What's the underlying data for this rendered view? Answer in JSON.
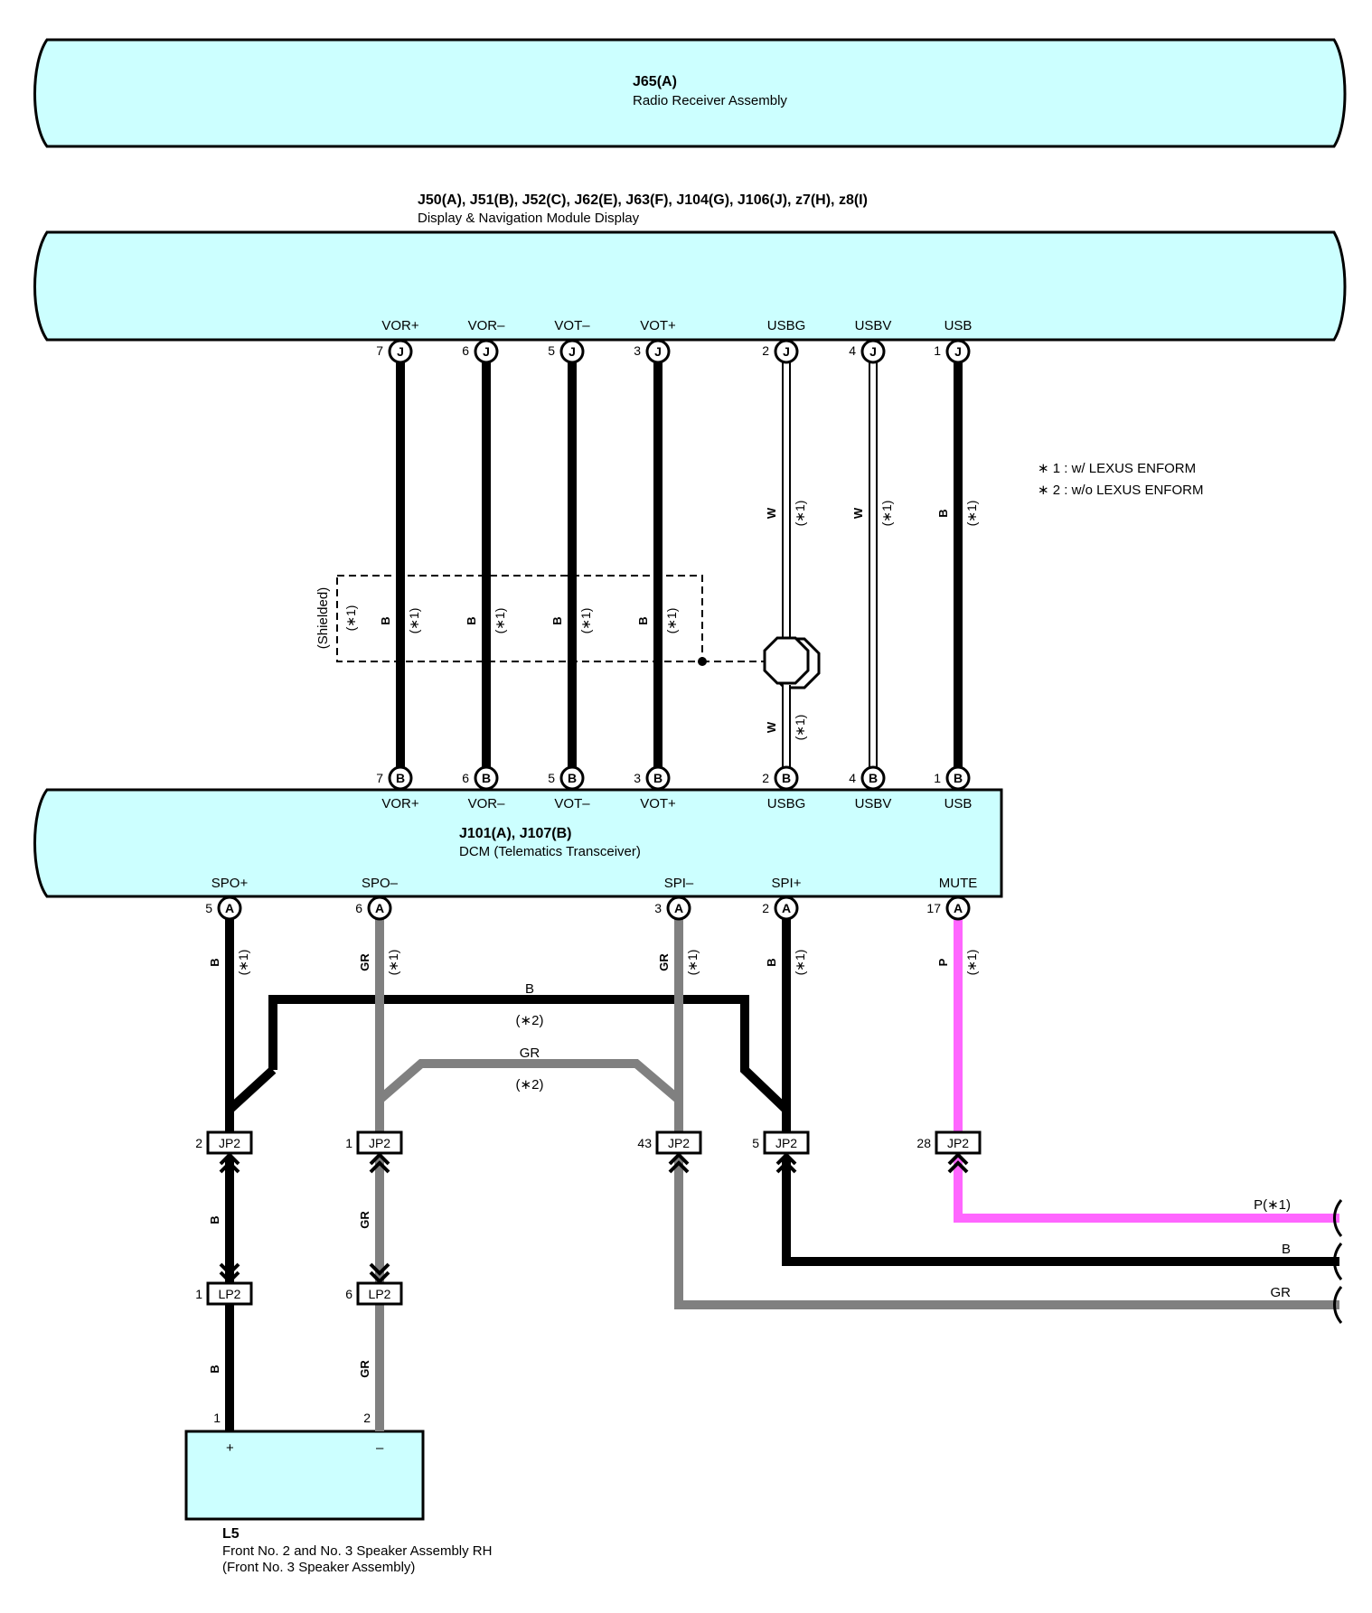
{
  "components": {
    "radio": {
      "id": "J65(A)",
      "name": "Radio Receiver Assembly"
    },
    "display": {
      "id": "J50(A), J51(B), J52(C), J62(E), J63(F), J104(G), J106(J), z7(H), z8(I)",
      "name": "Display & Navigation Module Display"
    },
    "dcm": {
      "id": "J101(A), J107(B)",
      "name": "DCM (Telematics Transceiver)"
    },
    "speaker": {
      "id": "L5",
      "name": "Front No. 2 and No. 3 Speaker Assembly RH",
      "note": "(Front No. 3 Speaker Assembly)",
      "plus": "+",
      "minus": "–"
    }
  },
  "legend": [
    "∗ 1 : w/ LEXUS ENFORM",
    "∗ 2 : w/o LEXUS ENFORM"
  ],
  "shield_label": "(Shielded)",
  "shield_note": "(∗1)",
  "wires_upper": [
    {
      "signal": "VOR+",
      "pin": "7",
      "top_conn": "J",
      "bottom_conn": "B",
      "color_code": "B",
      "note": "(∗1)"
    },
    {
      "signal": "VOR–",
      "pin": "6",
      "top_conn": "J",
      "bottom_conn": "B",
      "color_code": "B",
      "note": "(∗1)"
    },
    {
      "signal": "VOT–",
      "pin": "5",
      "top_conn": "J",
      "bottom_conn": "B",
      "color_code": "B",
      "note": "(∗1)"
    },
    {
      "signal": "VOT+",
      "pin": "3",
      "top_conn": "J",
      "bottom_conn": "B",
      "color_code": "B",
      "note": "(∗1)"
    },
    {
      "signal": "USBG",
      "pin": "2",
      "top_conn": "J",
      "bottom_conn": "B",
      "color_code": "W",
      "note": "(∗1)"
    },
    {
      "signal": "USBV",
      "pin": "4",
      "top_conn": "J",
      "bottom_conn": "B",
      "color_code": "W",
      "note": "(∗1)"
    },
    {
      "signal": "USB",
      "pin": "1",
      "top_conn": "J",
      "bottom_conn": "B",
      "color_code": "B",
      "note": "(∗1)"
    }
  ],
  "usbg_lower": {
    "color_code": "W",
    "note": "(∗1)"
  },
  "dcm_out": [
    {
      "signal": "SPO+",
      "pin": "5",
      "conn": "A",
      "color_code": "B",
      "note": "(∗1)"
    },
    {
      "signal": "SPO–",
      "pin": "6",
      "conn": "A",
      "color_code": "GR",
      "note": "(∗1)"
    },
    {
      "signal": "SPI–",
      "pin": "3",
      "conn": "A",
      "color_code": "GR",
      "note": "(∗1)"
    },
    {
      "signal": "SPI+",
      "pin": "2",
      "conn": "A",
      "color_code": "B",
      "note": "(∗1)"
    },
    {
      "signal": "MUTE",
      "pin": "17",
      "conn": "A",
      "color_code": "P",
      "note": "(∗1)"
    }
  ],
  "bypass": [
    {
      "color_code": "B",
      "note": "(∗2)"
    },
    {
      "color_code": "GR",
      "note": "(∗2)"
    }
  ],
  "jp2": [
    {
      "conn": "JP2",
      "pin": "2"
    },
    {
      "conn": "JP2",
      "pin": "1"
    },
    {
      "conn": "JP2",
      "pin": "43"
    },
    {
      "conn": "JP2",
      "pin": "5"
    },
    {
      "conn": "JP2",
      "pin": "28"
    }
  ],
  "lp2": [
    {
      "conn": "LP2",
      "pin": "1",
      "color_code": "B"
    },
    {
      "conn": "LP2",
      "pin": "6",
      "color_code": "GR"
    }
  ],
  "speaker_wires": [
    {
      "color_code": "B",
      "pin": "1"
    },
    {
      "color_code": "GR",
      "pin": "2"
    }
  ],
  "right_leads": [
    {
      "label": "P(∗1)"
    },
    {
      "label": "B"
    },
    {
      "label": "GR"
    }
  ],
  "colors": {
    "component_fill": "#ccffff",
    "black_wire": "#000000",
    "gray_wire": "#808080",
    "pink_wire": "#ff66ff",
    "white_wire": "#ffffff"
  }
}
